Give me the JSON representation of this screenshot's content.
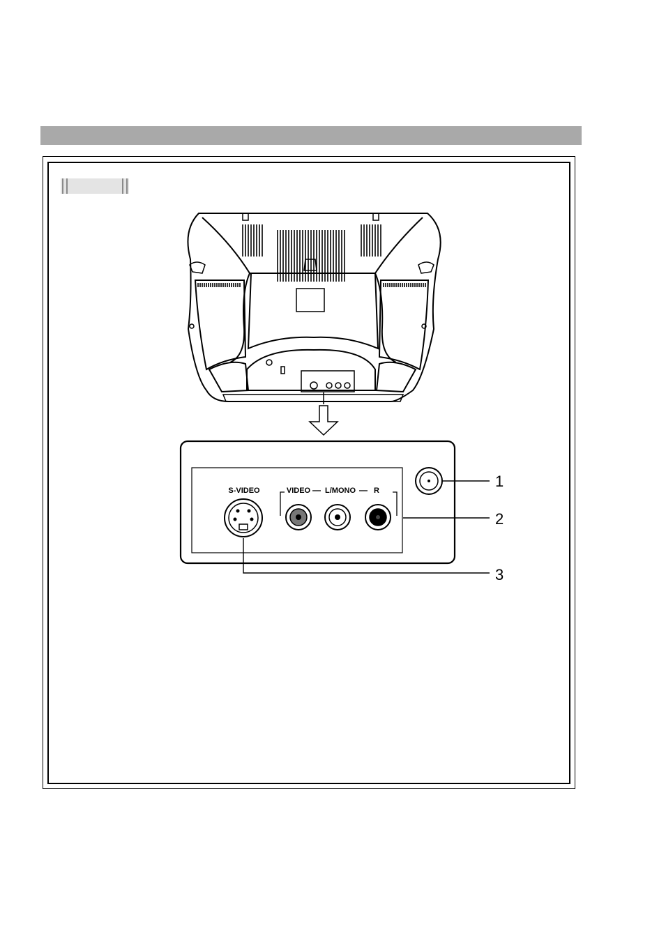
{
  "panel": {
    "svideo_label": "S-VIDEO",
    "video_label": "VIDEO",
    "lmono_label": "L/MONO",
    "r_label": "R"
  },
  "callouts": [
    "1",
    "2",
    "3"
  ]
}
